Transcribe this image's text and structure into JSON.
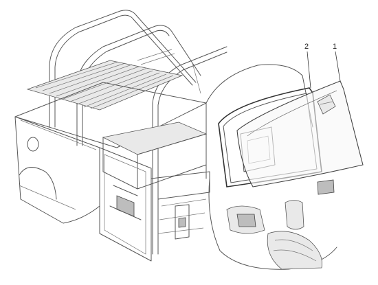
{
  "callouts": [
    {
      "id": "1",
      "label": "1"
    },
    {
      "id": "2",
      "label": "2"
    }
  ],
  "colors": {
    "line": "#555555",
    "panel_shade": "#e9e9e9",
    "background": "#ffffff"
  }
}
